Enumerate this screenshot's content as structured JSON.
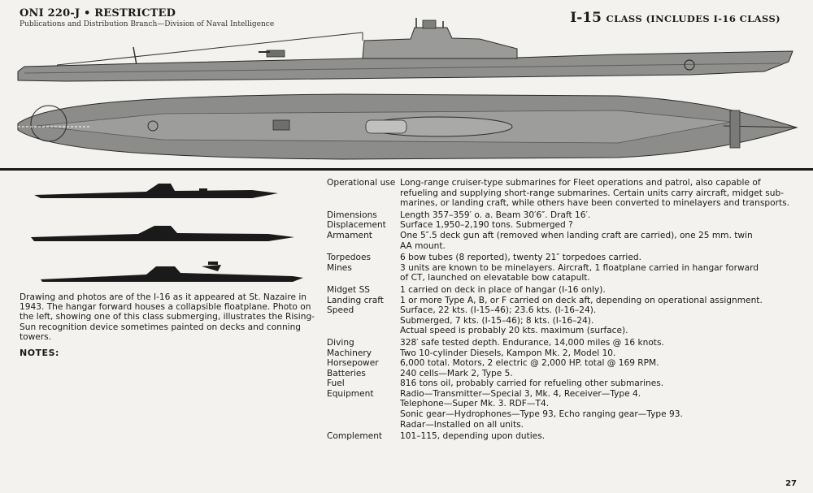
{
  "header": {
    "doc_code": "ONI 220-J • RESTRICTED",
    "subtitle": "Publications and Distribution Branch—Division of Naval Intelligence",
    "class_title_big": "I-15",
    "class_title_small": "CLASS (INCLUDES I-16 CLASS)"
  },
  "caption": "Drawing and photos are of the I-16 as it appeared at St. Nazaire in 1943. The hangar forward houses a collapsible floatplane. Photo on the left, showing one of this class submerging, illustrates the Rising-Sun recognition device sometimes painted on decks and conning towers.",
  "notes_label": "NOTES:",
  "page_number": "27",
  "specs": [
    {
      "label": "Operational use",
      "lines": [
        "Long-range cruiser-type submarines for Fleet operations and patrol, also capable of",
        "refueling and supplying short-range submarines. Certain units carry aircraft, midget sub-",
        "marines, or landing craft, while others have been converted to minelayers and transports."
      ]
    },
    {
      "label": "Dimensions",
      "lines": [
        "Length 357–359′ o. a.          Beam 30′6″.          Draft 16′."
      ]
    },
    {
      "label": "Displacement",
      "lines": [
        "Surface 1,950–2,190 tons.          Submerged ?"
      ]
    },
    {
      "label": "Armament",
      "lines": [
        "One 5″.5 deck gun aft (removed when landing craft are carried), one 25 mm. twin",
        "AA mount."
      ]
    },
    {
      "label": "Torpedoes",
      "lines": [
        "6 bow tubes (8 reported), twenty 21″ torpedoes carried."
      ]
    },
    {
      "label": "Mines",
      "lines": [
        "3 units are known to be minelayers.     Aircraft, 1 floatplane carried in hangar forward",
        "of CT, launched on elevatable bow catapult."
      ]
    },
    {
      "label": "Midget SS",
      "lines": [
        "1 carried on deck in place of hangar (I-16 only)."
      ]
    },
    {
      "label": "Landing craft",
      "lines": [
        "1 or more Type A, B, or F carried on deck aft, depending on operational assignment."
      ]
    },
    {
      "label": "Speed",
      "lines": [
        "Surface, 22 kts. (I-15–46); 23.6 kts. (I-16–24).",
        "Submerged, 7 kts. (I-15–46); 8 kts. (I-16–24).",
        "Actual speed is probably 20 kts. maximum (surface)."
      ]
    },
    {
      "label": "Diving",
      "lines": [
        "328′ safe tested depth.          Endurance, 14,000 miles @ 16 knots."
      ]
    },
    {
      "label": "Machinery",
      "lines": [
        "Two 10-cylinder Diesels, Kampon Mk. 2, Model 10."
      ]
    },
    {
      "label": "Horsepower",
      "lines": [
        "6,000 total.          Motors, 2 electric @ 2,000 HP. total @ 169 RPM."
      ]
    },
    {
      "label": "Batteries",
      "lines": [
        "240 cells—Mark 2, Type 5."
      ]
    },
    {
      "label": "Fuel",
      "lines": [
        "816 tons oil, probably carried for refueling other submarines."
      ]
    },
    {
      "label": "Equipment",
      "lines": [
        "Radio—Transmitter—Special 3, Mk. 4, Receiver—Type 4.",
        "Telephone—Super Mk. 3.          RDF—T4.",
        "Sonic gear—Hydrophones—Type 93, Echo ranging gear—Type 93.",
        "Radar—Installed on all units."
      ]
    },
    {
      "label": "Complement",
      "lines": [
        "101–115, depending upon duties."
      ]
    }
  ]
}
